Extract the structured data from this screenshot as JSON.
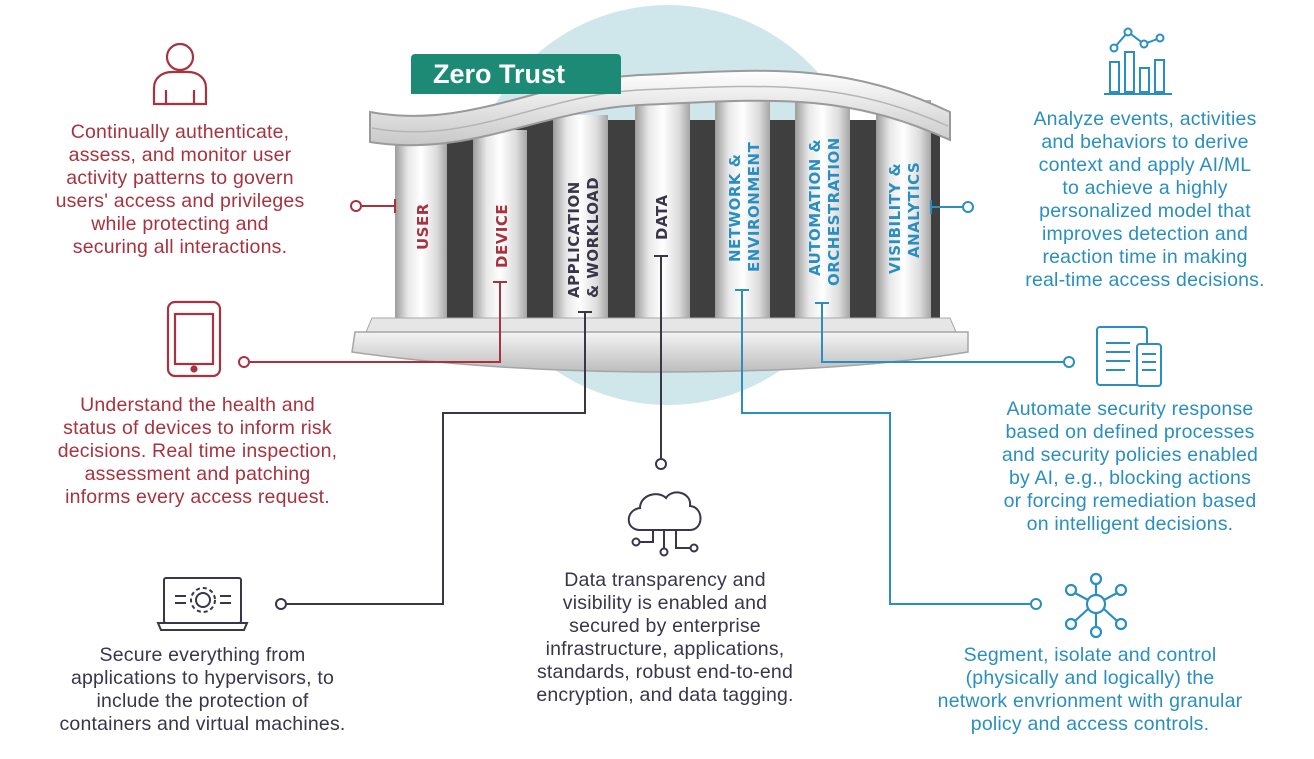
{
  "title": "Zero Trust",
  "pillars": [
    {
      "label": "USER",
      "color": "#a8333f"
    },
    {
      "label": "DEVICE",
      "color": "#a8333f"
    },
    {
      "label1": "APPLICATION",
      "label2": "& WORKLOAD",
      "color": "#3a3548"
    },
    {
      "label": "DATA",
      "color": "#3a3548"
    },
    {
      "label1": "NETWORK &",
      "label2": "ENVIRONMENT",
      "color": "#2a8fc0"
    },
    {
      "label1": "AUTOMATION &",
      "label2": "ORCHESTRATION",
      "color": "#2a8fc0"
    },
    {
      "label1": "VISIBILITY &",
      "label2": "ANALYTICS",
      "color": "#2a8fc0"
    }
  ],
  "descriptions": {
    "user": "Continually authenticate,\nassess, and monitor user\nactivity patterns to govern\nusers' access and privileges\nwhile protecting and\nsecuring all interactions.",
    "device": "Understand the health and\nstatus of devices to inform risk\ndecisions. Real time inspection,\nassessment and patching\ninforms every access request.",
    "application": "Secure everything from\napplications to hypervisors, to\ninclude the protection of\ncontainers and virtual machines.",
    "data": "Data transparency and\nvisibility is enabled and\nsecured by enterprise\ninfrastructure, applications,\nstandards, robust end-to-end\nencryption, and data tagging.",
    "network": "Segment, isolate and control\n(physically and logically) the\nnetwork envrionment with granular\npolicy and access controls.",
    "automation": "Automate security response\nbased on defined processes\nand security policies enabled\nby AI, e.g., blocking actions\nor forcing remediation based\non intelligent decisions.",
    "visibility": "Analyze events, activities\nand behaviors to derive\ncontext and apply AI/ML\nto achieve a highly\npersonalized model that\nimproves detection and\nreaction time in making\nreal-time access decisions."
  },
  "icons": {
    "user": "person-icon",
    "device": "smartphone-icon",
    "application": "laptop-gear-icon",
    "data": "cloud-network-icon",
    "network": "network-nodes-icon",
    "automation": "tablet-phone-icon",
    "visibility": "analytics-chart-icon"
  },
  "colors": {
    "red": "#a8333f",
    "dark": "#3a3548",
    "blue": "#2a8fc0",
    "teal": "#1d8a76"
  }
}
